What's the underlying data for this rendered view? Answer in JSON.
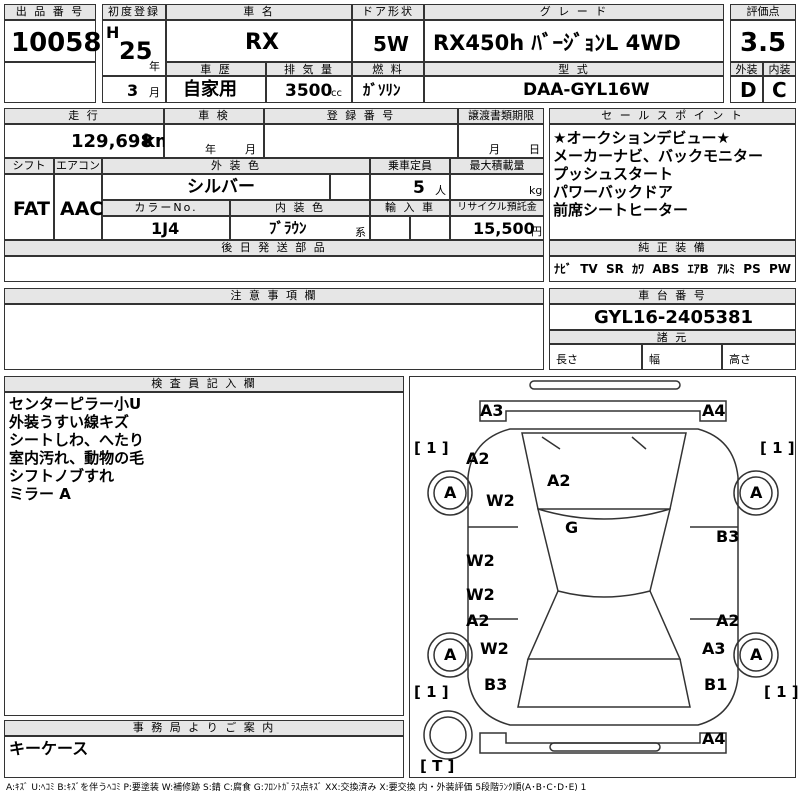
{
  "header": {
    "lot_label": "出 品 番 号",
    "lot_no": "10058",
    "reg_label": "初度登録",
    "era": "H",
    "reg_year": "25",
    "year_unit": "年",
    "history_label": "車 歴",
    "history": "自家用",
    "displacement_label": "排 気 量",
    "displacement": "3500",
    "cc": "cc",
    "fuel_label": "燃 料",
    "fuel": "ｶﾞｿﾘﾝ",
    "reg_month": "3",
    "month_unit": "月",
    "model_label": "車 名",
    "model": "RX",
    "door_label": "ドア形状",
    "door": "5W",
    "grade_label": "グ レ ー ド",
    "grade": "RX450h ﾊﾞｰｼﾞｮﾝL 4WD",
    "type_label": "型 式",
    "type_code": "DAA-GYL16W",
    "score_label": "評価点",
    "score": "3.5",
    "ext_label": "外装",
    "int_label": "内装",
    "ext_grade": "D",
    "int_grade": "C"
  },
  "info": {
    "mileage_label": "走 行",
    "mileage": "129,698",
    "km": "km",
    "inspection_label": "車 検",
    "insp_year": "年",
    "insp_month": "月",
    "plate_label": "登 録 番 号",
    "transfer_label": "譲渡書類期限",
    "tr_month": "月",
    "tr_day": "日",
    "shift_label": "シフト",
    "shift": "FAT",
    "ac_label": "エアコン",
    "ac": "AAC",
    "color_label": "外 装 色",
    "color": "シルバー",
    "capacity_label": "乗車定員",
    "capacity": "5",
    "person_unit": "人",
    "load_label": "最大積載量",
    "kg": "kg",
    "color_no_label": "カラーNo.",
    "color_no": "1J4",
    "interior_label": "内 装 色",
    "interior": "ﾌﾞﾗｳﾝ",
    "kei": "系",
    "import_label": "輸 入 車",
    "recycle_label": "リサイクル預託金",
    "recycle": "15,500",
    "yen": "円",
    "later_label": "後 日 発 送 部 品"
  },
  "sales": {
    "label": "セ ー ル ス ポ イ ン ト",
    "points": [
      "★オークションデビュー★",
      "メーカーナビ、バックモニター",
      "プッシュスタート",
      "パワーバックドア",
      "前席シートヒーター"
    ]
  },
  "equipment": {
    "label": "純 正 装 備",
    "items": [
      "ﾅﾋﾞ",
      "TV",
      "SR",
      "ｶﾜ",
      "ABS",
      "ｴｱB",
      "ｱﾙﾐ",
      "PS",
      "PW"
    ]
  },
  "notes": {
    "label": "注 意 事 項 欄"
  },
  "chassis": {
    "label": "車 台 番 号",
    "number": "GYL16-2405381",
    "spec_label": "諸 元",
    "length": "長さ",
    "width": "幅",
    "height": "高さ"
  },
  "inspector": {
    "label": "検 査 員 記 入 欄",
    "lines": [
      "センターピラー小U",
      "外装うすい線キズ",
      "シートしわ、へたり",
      "室内汚れ、動物の毛",
      "シフトノブすれ",
      "ミラー A"
    ]
  },
  "office": {
    "label": "事 務 局 よ り ご 案 内",
    "text": "キーケース"
  },
  "legend": "A:ｷｽﾞ U:ﾍｺﾐ B:ｷｽﾞを伴うﾍｺﾐ P:要塗装 W:補修跡 S:錆 C:腐食 G:ﾌﾛﾝﾄｶﾞﾗｽ点ｷｽﾞ XX:交換済み X:要交換 内・外装評価 5段階ﾗﾝｸ順(A･B･C･D･E) 1",
  "damage": {
    "a3": "A3",
    "a4_top": "A4",
    "a2_left": "A2",
    "a2_roof": "A2",
    "w2_a": "W2",
    "g": "G",
    "b3_right": "B3",
    "w2_b": "W2",
    "w2_c": "W2",
    "a2_rear_left": "A2",
    "a2_rear_right": "A2",
    "w2_d": "W2",
    "a3_rear": "A3",
    "b3_rear": "B3",
    "b1": "B1",
    "a4_bottom": "A4",
    "tire_fl": "A",
    "tire_fr": "A",
    "tire_rl": "A",
    "tire_rr": "A",
    "bracket_1_tl": "[ 1 ]",
    "bracket_1_tr": "[ 1 ]",
    "bracket_1_bl": "[ 1 ]",
    "bracket_1_br": "[ 1 ]",
    "spare": "[ T ]"
  }
}
